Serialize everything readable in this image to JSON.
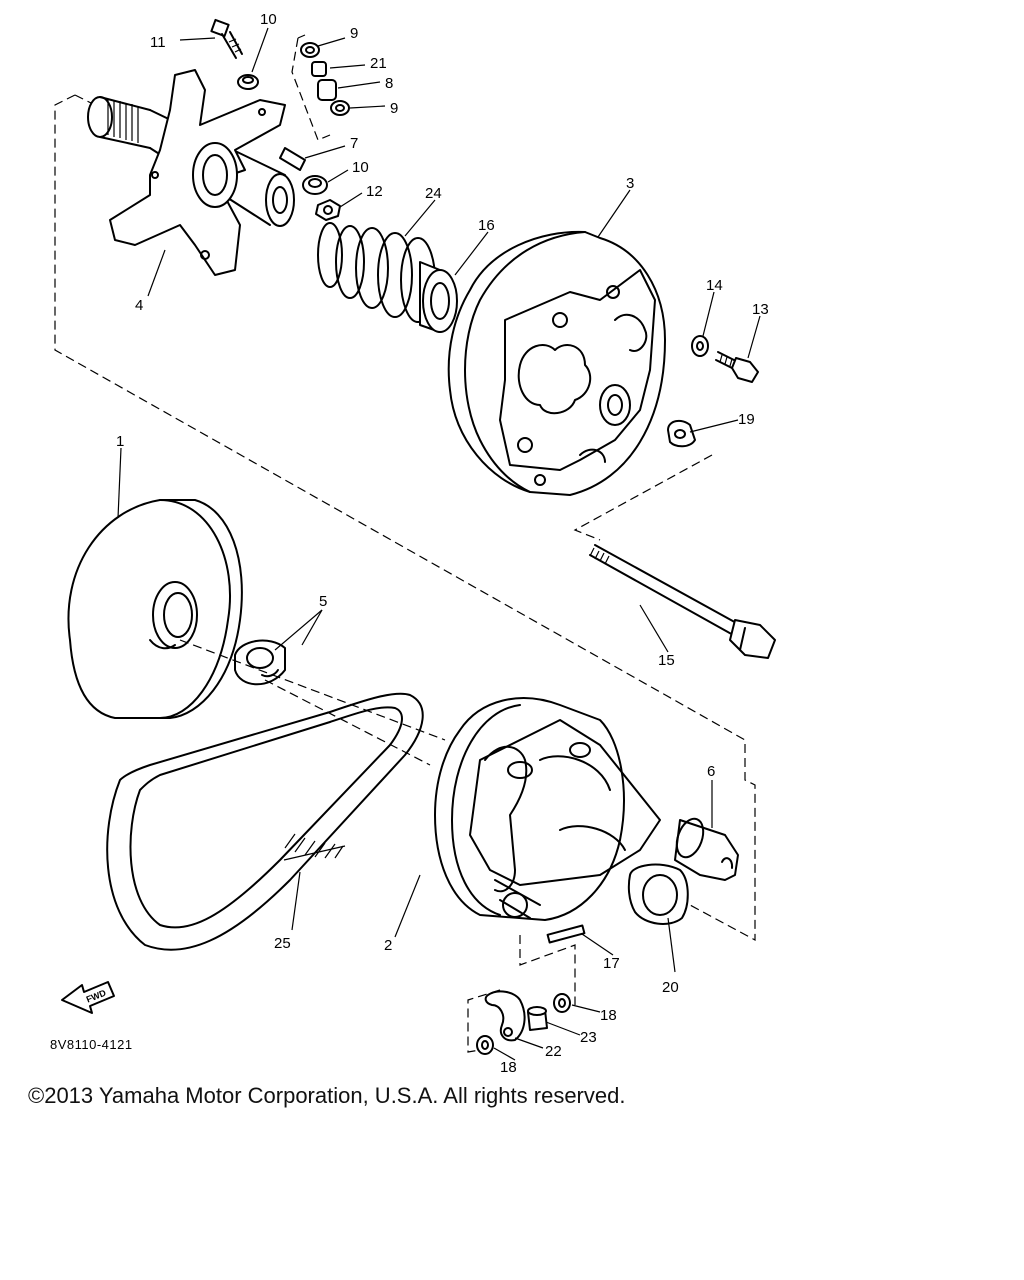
{
  "diagram": {
    "part_labels": [
      {
        "id": "p11",
        "text": "11"
      },
      {
        "id": "p10a",
        "text": "10"
      },
      {
        "id": "p9a",
        "text": "9"
      },
      {
        "id": "p21",
        "text": "21"
      },
      {
        "id": "p8",
        "text": "8"
      },
      {
        "id": "p9b",
        "text": "9"
      },
      {
        "id": "p7",
        "text": "7"
      },
      {
        "id": "p10b",
        "text": "10"
      },
      {
        "id": "p12",
        "text": "12"
      },
      {
        "id": "p24",
        "text": "24"
      },
      {
        "id": "p16",
        "text": "16"
      },
      {
        "id": "p3",
        "text": "3"
      },
      {
        "id": "p4",
        "text": "4"
      },
      {
        "id": "p14",
        "text": "14"
      },
      {
        "id": "p13",
        "text": "13"
      },
      {
        "id": "p19",
        "text": "19"
      },
      {
        "id": "p1",
        "text": "1"
      },
      {
        "id": "p5",
        "text": "5"
      },
      {
        "id": "p15",
        "text": "15"
      },
      {
        "id": "p6",
        "text": "6"
      },
      {
        "id": "p25",
        "text": "25"
      },
      {
        "id": "p2",
        "text": "2"
      },
      {
        "id": "p17",
        "text": "17"
      },
      {
        "id": "p20",
        "text": "20"
      },
      {
        "id": "p18a",
        "text": "18"
      },
      {
        "id": "p23",
        "text": "23"
      },
      {
        "id": "p22",
        "text": "22"
      },
      {
        "id": "p18b",
        "text": "18"
      }
    ],
    "front_arrow_text": "FWD",
    "drawing_code": "8V8110-4121"
  },
  "copyright": "©2013 Yamaha Motor Corporation, U.S.A. All rights reserved."
}
